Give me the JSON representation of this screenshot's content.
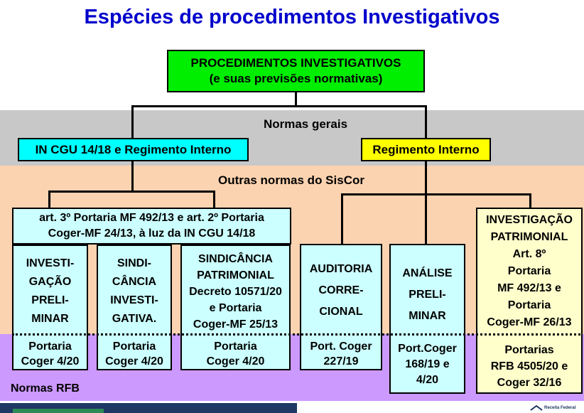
{
  "title": "Espécies de procedimentos Investigativos",
  "root": {
    "line1": "PROCEDIMENTOS INVESTIGATIVOS",
    "line2": "(e suas previsões normativas)"
  },
  "bands": {
    "normas_gerais": "Normas gerais",
    "outras_normas": "Outras normas do SisCor",
    "normas_rfb": "Normas RFB"
  },
  "level1": {
    "left": "IN CGU 14/18 e Regimento Interno",
    "right": "Regimento Interno"
  },
  "group": {
    "line1": "art. 3º Portaria MF 492/13 e art. 2º Portaria",
    "line2": "Coger-MF 24/13, à luz da IN CGU 14/18"
  },
  "procedures": [
    {
      "name": [
        "INVESTI-",
        "GAÇÃO",
        "PRELI-",
        "MINAR"
      ],
      "norm": [
        "Portaria",
        "Coger 4/20"
      ]
    },
    {
      "name": [
        "SINDI-",
        "CÂNCIA",
        "INVESTI-",
        "GATIVA."
      ],
      "norm": [
        "Portaria",
        "Coger 4/20"
      ]
    },
    {
      "name": [
        "SINDICÂNCIA",
        "PATRIMONIAL",
        "Decreto 10571/20",
        "e Portaria",
        "Coger-MF 25/13"
      ],
      "norm": [
        "Portaria",
        "Coger 4/20"
      ]
    },
    {
      "name": [
        "AUDITORIA",
        "CORRE-",
        "CIONAL"
      ],
      "norm": [
        "Port. Coger",
        "227/19"
      ]
    },
    {
      "name": [
        "ANÁLISE",
        "PRELI-",
        "MINAR"
      ],
      "norm": [
        "Port.Coger",
        "168/19 e",
        "4/20"
      ]
    },
    {
      "name": [
        "INVESTIGAÇÃO",
        "PATRIMONIAL",
        "Art. 8º",
        "Portaria",
        "MF 492/13 e",
        "Portaria",
        "Coger-MF 26/13"
      ],
      "norm": [
        "Portarias",
        "RFB 4505/20 e",
        "Coger 32/16"
      ]
    }
  ],
  "footer": {
    "logo_text": "Receita Federal"
  },
  "colors": {
    "title": "#0000cc",
    "root": "#00ee00",
    "level1_left": "#00ffff",
    "level1_right": "#ffff00",
    "band_gray": "#c8c8c8",
    "band_orange": "#fcd3b0",
    "band_purple": "#cc99ff",
    "box_cyan": "#ccffff",
    "box_yellow": "#ffffcc",
    "footer_dark": "#1f3864",
    "footer_green": "#2e8b57"
  }
}
